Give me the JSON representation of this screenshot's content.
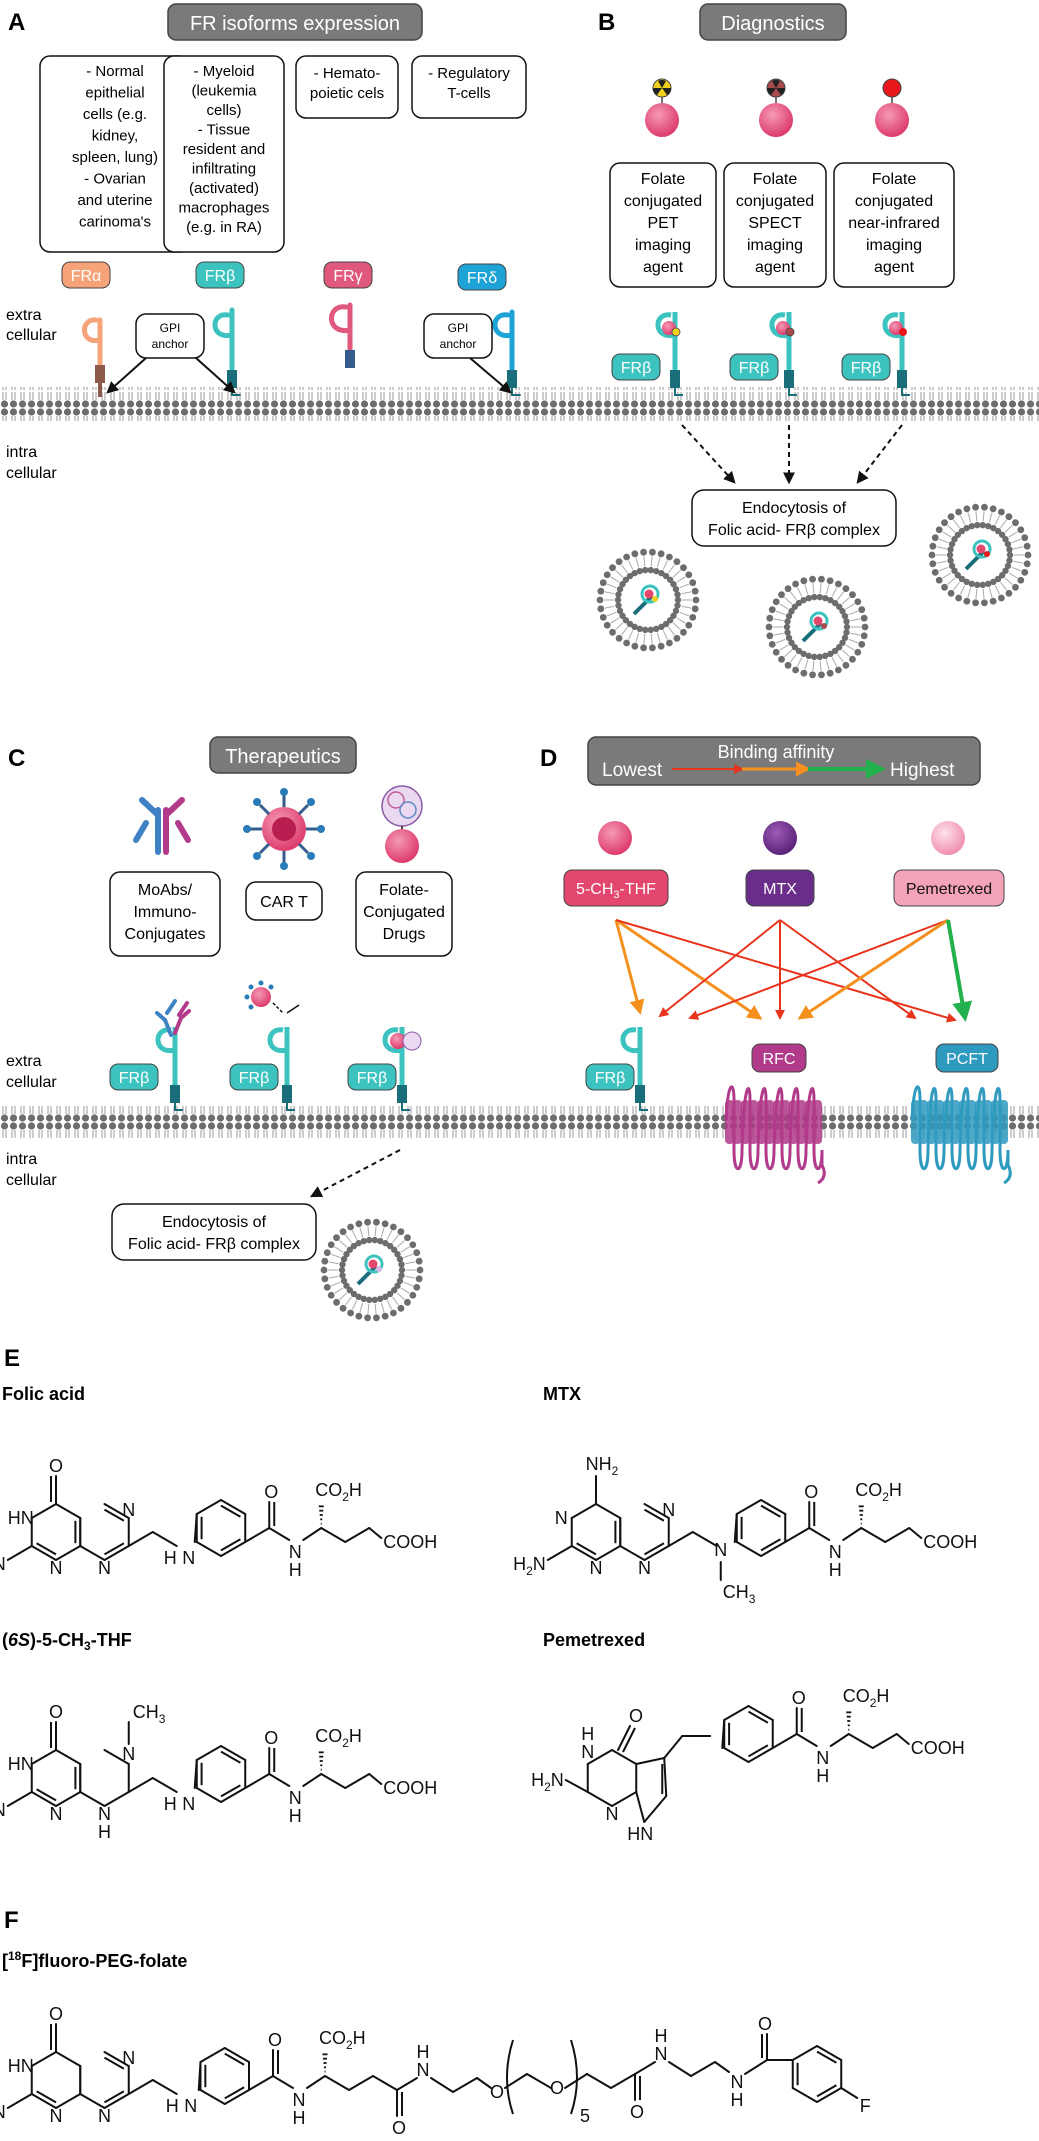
{
  "panelA": {
    "letter": "A",
    "title": "FR isoforms expression",
    "boxes": {
      "fra_lines": [
        "- Normal",
        "epithelial",
        "cells (e.g.",
        "kidney,",
        "spleen, lung)",
        "- Ovarian",
        "and uterine",
        "carinoma's"
      ],
      "frb_lines": [
        "- Myeloid",
        "(leukemia",
        "cells)",
        "- Tissue",
        "resident and",
        "infiltrating",
        "(activated)",
        "macrophages",
        "(e.g. in RA)"
      ],
      "frg_lines": [
        "- Hemato-",
        "poietic cels"
      ],
      "frd_lines": [
        "- Regulatory",
        "T-cells"
      ]
    },
    "receptors": {
      "fra": "FRα",
      "frb": "FRβ",
      "frg": "FRγ",
      "frd": "FRδ"
    },
    "gpi_lines": [
      "GPI",
      "anchor"
    ],
    "extra_lines": [
      "extra",
      "cellular"
    ],
    "intra_lines": [
      "intra",
      "cellular"
    ]
  },
  "panelB": {
    "letter": "B",
    "title": "Diagnostics",
    "agents": [
      [
        "Folate",
        "conjugated",
        "PET",
        "imaging",
        "agent"
      ],
      [
        "Folate",
        "conjugated",
        "SPECT",
        "imaging",
        "agent"
      ],
      [
        "Folate",
        "conjugated",
        "near-infrared",
        "imaging",
        "agent"
      ]
    ],
    "receptor": "FRβ",
    "endocytosis_lines": [
      "Endocytosis of",
      "Folic acid- FRβ complex"
    ]
  },
  "panelC": {
    "letter": "C",
    "title": "Therapeutics",
    "items": [
      [
        "MoAbs/",
        "Immuno-",
        "Conjugates"
      ],
      [
        "CAR T"
      ],
      [
        "Folate-",
        "Conjugated",
        "Drugs"
      ]
    ],
    "receptor": "FRβ",
    "extra_lines": [
      "extra",
      "cellular"
    ],
    "intra_lines": [
      "intra",
      "cellular"
    ],
    "endocytosis_lines": [
      "Endocytosis of",
      "Folic acid- FRβ complex"
    ]
  },
  "panelD": {
    "letter": "D",
    "affinity_title": "Binding affinity",
    "lowest": "Lowest",
    "highest": "Highest",
    "ligands": {
      "thf_prefix": "5-CH",
      "thf_sub": "3",
      "thf_suffix": "-THF",
      "mtx": "MTX",
      "pem": "Pemetrexed"
    },
    "receptor": "FRβ",
    "rfc": "RFC",
    "pcft": "PCFT"
  },
  "panelE": {
    "letter": "E",
    "folic": "Folic acid",
    "mtx": "MTX",
    "thf_open": "(",
    "thf_6s": "6S",
    "thf_rest": ")-5-CH",
    "thf_sub": "3",
    "thf_end": "-THF",
    "pem": "Pemetrexed",
    "atoms": {
      "o": "O",
      "hn": "HN",
      "h2n": "H2N",
      "nh2": "NH2",
      "n": "N",
      "h": "H",
      "co2h": "CO2H",
      "cooh": "COOH",
      "ch3": "CH3"
    }
  },
  "panelF": {
    "letter": "F",
    "name_open": "[",
    "name_sup": "18",
    "name_rest": "F]fluoro-PEG-folate",
    "repeat": "5",
    "f": "F"
  }
}
